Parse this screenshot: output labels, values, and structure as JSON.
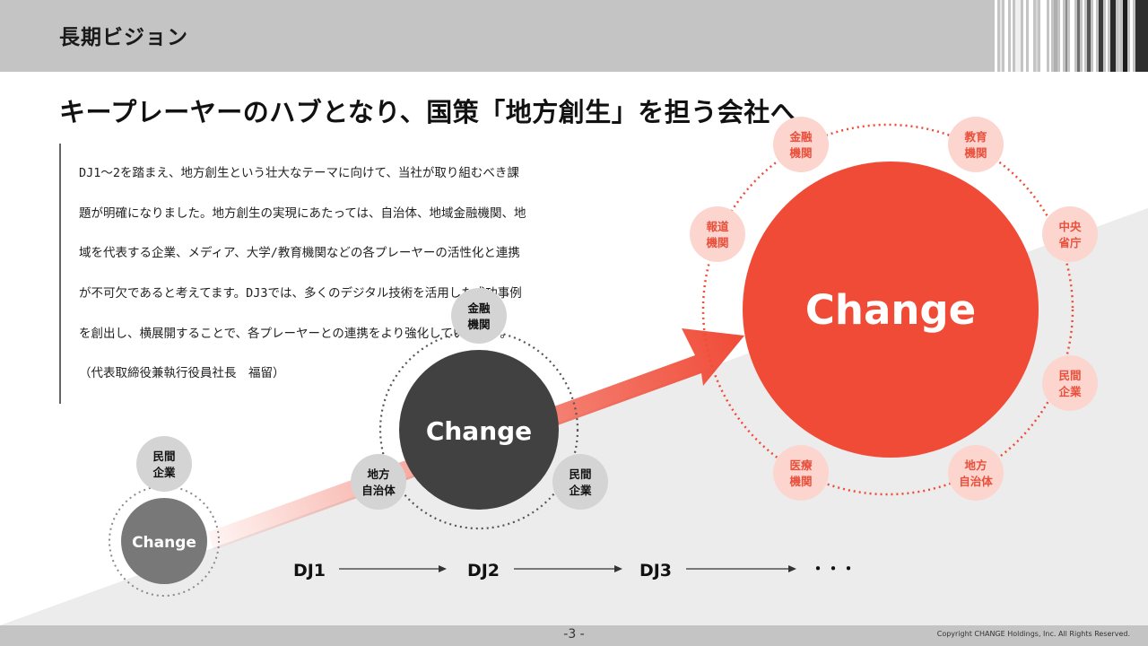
{
  "header": {
    "title": "長期ビジョン"
  },
  "headline": "キープレーヤーのハブとなり、国策「地方創生」を担う会社へ",
  "body_lines": [
    "DJ1～2を踏まえ、地方創生という壮大なテーマに向けて、当社が取り組むべき課",
    "題が明確になりました。地方創生の実現にあたっては、自治体、地域金融機関、地",
    "域を代表する企業、メディア、大学/教育機関などの各プレーヤーの活性化と連携",
    "が不可欠であると考えてます。DJ3では、多くのデジタル技術を活用した成功事例",
    "を創出し、横展開することで、各プレーヤーとの連携をより強化していきます。",
    "（代表取締役兼執行役員社長　福留）"
  ],
  "stage1": {
    "center": "Change",
    "satellites": [
      {
        "line1": "民間",
        "line2": "企業"
      }
    ]
  },
  "stage2": {
    "center": "Change",
    "satellites": [
      {
        "line1": "金融",
        "line2": "機関"
      },
      {
        "line1": "地方",
        "line2": "自治体"
      },
      {
        "line1": "民間",
        "line2": "企業"
      }
    ]
  },
  "stage3": {
    "center": "Change",
    "satellites": [
      {
        "line1": "金融",
        "line2": "機関"
      },
      {
        "line1": "教育",
        "line2": "機関"
      },
      {
        "line1": "中央",
        "line2": "省庁"
      },
      {
        "line1": "民間",
        "line2": "企業"
      },
      {
        "line1": "地方",
        "line2": "自治体"
      },
      {
        "line1": "医療",
        "line2": "機関"
      },
      {
        "line1": "報道",
        "line2": "機関"
      }
    ]
  },
  "timeline": {
    "items": [
      "DJ1",
      "DJ2",
      "DJ3",
      "・・・"
    ]
  },
  "footer": {
    "page": "-3 -",
    "copyright": "Copyright CHANGE Holdings, Inc. All Rights Reserved."
  },
  "colors": {
    "accent": "#f04b37",
    "accent_light": "#fcd5cf",
    "dark": "#404040",
    "mid": "#7a7a7a",
    "header": "#c4c4c4"
  }
}
